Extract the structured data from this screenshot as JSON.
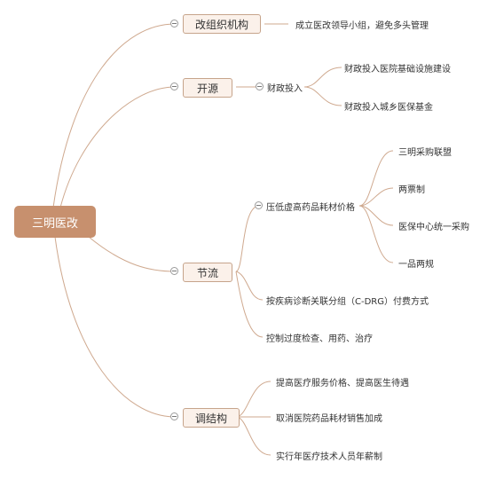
{
  "root": {
    "label": "三明医改"
  },
  "branches": {
    "org": {
      "label": "改组织机构",
      "detail": "成立医改领导小组，避免多头管理"
    },
    "open": {
      "label": "开源",
      "sub": "财政投入",
      "items": [
        "财政投入医院基础设施建设",
        "财政投入城乡医保基金"
      ]
    },
    "save": {
      "label": "节流",
      "drug": {
        "label": "压低虚高药品耗材价格",
        "items": [
          "三明采购联盟",
          "两票制",
          "医保中心统一采购",
          "一品两规"
        ]
      },
      "drg": "按疾病诊断关联分组（C-DRG）付费方式",
      "ctrl": "控制过度检查、用药、治疗"
    },
    "adjust": {
      "label": "调结构",
      "items": [
        "提高医疗服务价格、提高医生待遇",
        "取消医院药品耗材销售加成",
        "实行年医疗技术人员年薪制"
      ]
    }
  },
  "colors": {
    "line": "#cfa98f",
    "root_fill": "#c7906e",
    "main_fill": "#fbf1ea",
    "main_border": "#c6a48b"
  }
}
